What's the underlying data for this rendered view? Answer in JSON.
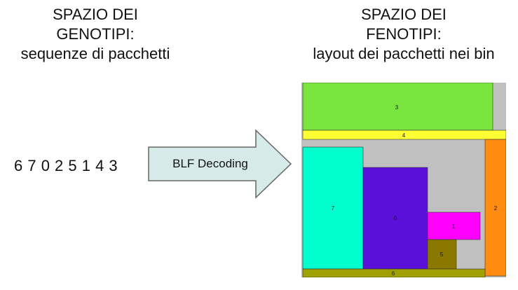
{
  "genotype": {
    "title_lines": [
      "SPAZIO DEI",
      "GENOTIPI:",
      "sequenze di pacchetti"
    ],
    "sequence": "6 7 0 2 5 1 4 3"
  },
  "phenotype": {
    "title_lines": [
      "SPAZIO DEI",
      "FENOTIPI:",
      "layout dei pacchetti nei bin"
    ]
  },
  "transform": {
    "label": "BLF Decoding",
    "fill_color": "#d6ebe8",
    "stroke_color": "#666666"
  },
  "bin": {
    "background_color": "#c0c0c0",
    "packets": [
      {
        "id": "3",
        "label": "3",
        "color": "#7be53f"
      },
      {
        "id": "4",
        "label": "4",
        "color": "#ffff33"
      },
      {
        "id": "7",
        "label": "7",
        "color": "#00ffcc"
      },
      {
        "id": "0",
        "label": "0",
        "color": "#5a10d8"
      },
      {
        "id": "1",
        "label": "1",
        "color": "#ff00ff"
      },
      {
        "id": "5",
        "label": "5",
        "color": "#8a7800"
      },
      {
        "id": "2",
        "label": "2",
        "color": "#ff8c10"
      },
      {
        "id": "6",
        "label": "6",
        "color": "#a0a000"
      }
    ]
  }
}
